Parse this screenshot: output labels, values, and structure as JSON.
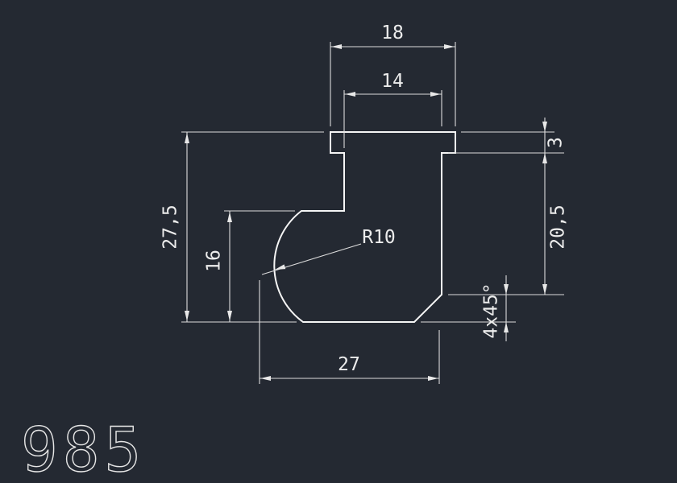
{
  "canvas": {
    "background_color": "#242932",
    "line_color": "#f5f5f5",
    "text_color": "#ececec"
  },
  "drawing": {
    "part_number": "985",
    "radius_label": "R10",
    "dims": {
      "top_width": "18",
      "neck_width": "14",
      "lip_height": "3",
      "overall_height": "27,5",
      "groove_height": "16",
      "right_side_height": "20,5",
      "bottom_width": "27",
      "chamfer": "4x45°"
    }
  }
}
